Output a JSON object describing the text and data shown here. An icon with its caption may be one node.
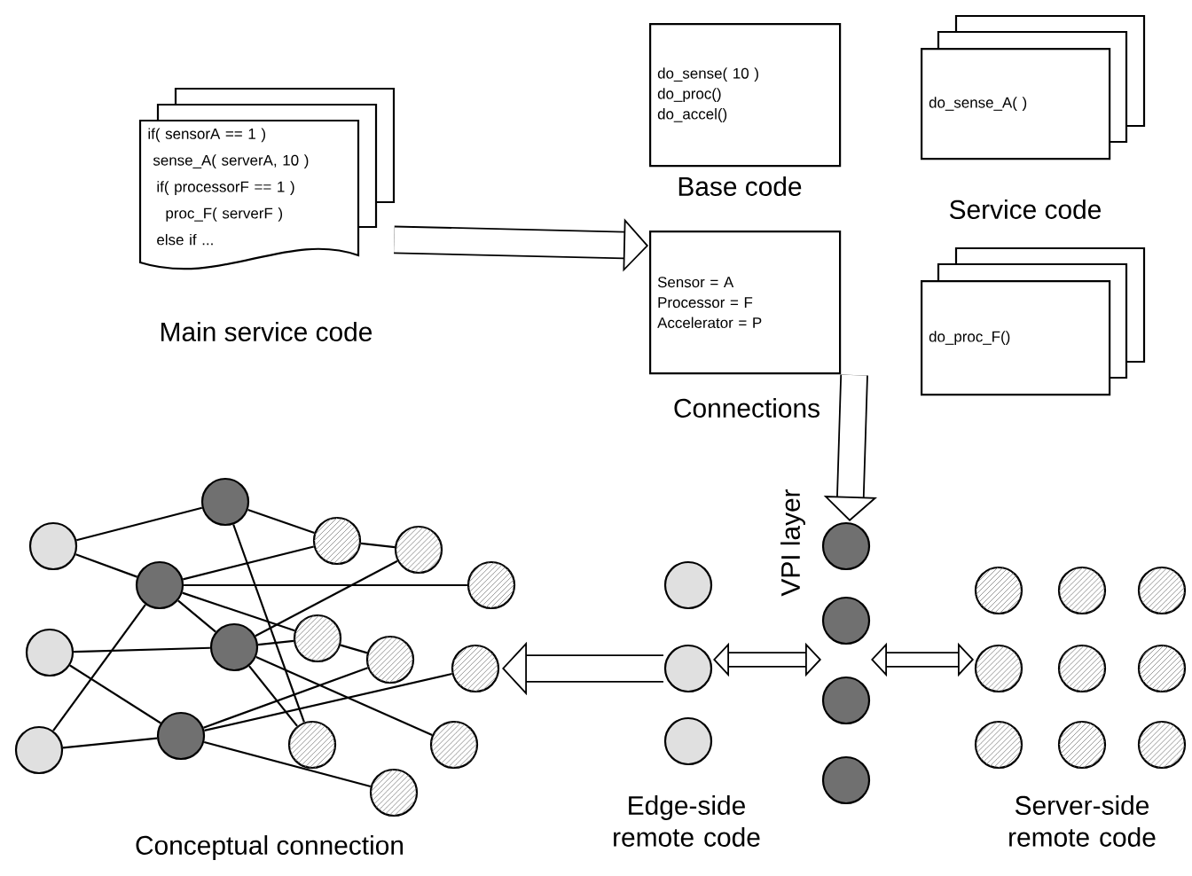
{
  "diagram": {
    "nodes": [
      {
        "text": [
          "if( sensorA == 1 )",
          "sense_A( serverA, 10 )",
          "if( processorF == 1 )",
          "proc_F( serverF )",
          "else if ...",
          "Main service code"
        ]
      },
      {
        "text": [
          "do_sense( 10 )",
          "do_proc()",
          "do_accel()",
          "Base code"
        ]
      },
      {
        "text": [
          "do_sense_A( )",
          "Service code"
        ]
      },
      {
        "text": [
          "Sensor = A",
          "Processor = F",
          "Accelerator = P",
          "Connections"
        ]
      },
      {
        "text": [
          "do_proc_F()"
        ]
      },
      {
        "text": [],
        "shape": "circle"
      },
      {
        "text": [],
        "shape": "circle"
      },
      {
        "text": [],
        "shape": "circle"
      },
      {
        "text": [],
        "shape": "circle"
      },
      {
        "text": [],
        "shape": "circle"
      },
      {
        "text": [],
        "shape": "circle"
      },
      {
        "text": [],
        "shape": "circle"
      },
      {
        "text": [],
        "shape": "circle"
      },
      {
        "text": [],
        "shape": "circle"
      },
      {
        "text": [],
        "shape": "circle"
      },
      {
        "text": [],
        "shape": "circle"
      },
      {
        "text": [],
        "shape": "circle"
      },
      {
        "text": [],
        "shape": "circle"
      },
      {
        "text": [],
        "shape": "circle"
      },
      {
        "text": [],
        "shape": "circle"
      },
      {
        "text": [],
        "shape": "circle"
      },
      {
        "text": [],
        "shape": "circle"
      },
      {
        "text": [],
        "shape": "circle"
      },
      {
        "text": [],
        "shape": "circle"
      },
      {
        "text": [],
        "shape": "circle"
      },
      {
        "text": [],
        "shape": "circle"
      },
      {
        "text": [],
        "shape": "circle"
      },
      {
        "text": [],
        "shape": "circle"
      },
      {
        "text": [],
        "shape": "circle"
      },
      {
        "text": [],
        "shape": "circle"
      },
      {
        "text": [],
        "shape": "circle"
      },
      {
        "text": [],
        "shape": "circle"
      },
      {
        "text": [],
        "shape": "circle"
      },
      {
        "text": [],
        "shape": "circle"
      },
      {
        "text": [],
        "shape": "circle"
      },
      {
        "text": [],
        "shape": "circle"
      },
      {
        "text": [],
        "shape": "circle"
      }
    ],
    "edges": [
      {
        "from": 0,
        "to": 3,
        "arrow": "to",
        "style": "thick"
      },
      {
        "from": 3,
        "to": 24,
        "arrow": "to",
        "style": "thick"
      },
      {
        "from": 22,
        "to": 25,
        "arrow": "both",
        "style": "thick"
      },
      {
        "from": 25,
        "to": 31,
        "arrow": "both",
        "style": "thick"
      },
      {
        "from": 22,
        "to": 17,
        "arrow": "to",
        "style": "thick"
      },
      {
        "from": 5,
        "to": 8,
        "arrow": "none"
      },
      {
        "from": 5,
        "to": 9,
        "arrow": "none"
      },
      {
        "from": 8,
        "to": 12,
        "arrow": "none"
      },
      {
        "from": 8,
        "to": 18,
        "arrow": "none"
      },
      {
        "from": 12,
        "to": 13,
        "arrow": "none"
      },
      {
        "from": 9,
        "to": 12,
        "arrow": "none"
      },
      {
        "from": 9,
        "to": 14,
        "arrow": "none"
      },
      {
        "from": 9,
        "to": 15,
        "arrow": "none"
      },
      {
        "from": 9,
        "to": 10,
        "arrow": "none"
      },
      {
        "from": 9,
        "to": 7,
        "arrow": "none"
      },
      {
        "from": 6,
        "to": 10,
        "arrow": "none"
      },
      {
        "from": 6,
        "to": 11,
        "arrow": "none"
      },
      {
        "from": 7,
        "to": 11,
        "arrow": "none"
      },
      {
        "from": 10,
        "to": 15,
        "arrow": "none"
      },
      {
        "from": 10,
        "to": 13,
        "arrow": "none"
      },
      {
        "from": 10,
        "to": 18,
        "arrow": "none"
      },
      {
        "from": 10,
        "to": 19,
        "arrow": "none"
      },
      {
        "from": 15,
        "to": 16,
        "arrow": "none"
      },
      {
        "from": 11,
        "to": 16,
        "arrow": "none"
      },
      {
        "from": 11,
        "to": 17,
        "arrow": "none"
      },
      {
        "from": 11,
        "to": 20,
        "arrow": "none"
      }
    ],
    "labels": [
      "VPI layer",
      "Conceptual connection",
      "Edge-side remote code",
      "Server-side remote code"
    ]
  }
}
